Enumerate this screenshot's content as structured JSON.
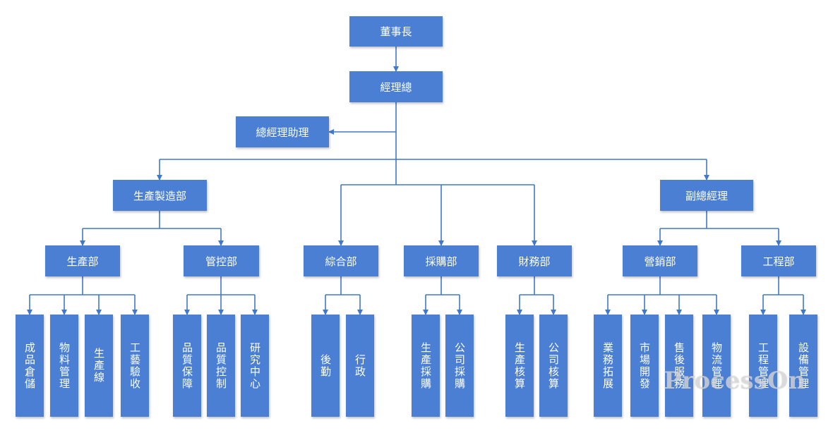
{
  "colors": {
    "box": "#4a7fd4",
    "line": "#3f78cf"
  },
  "nodes": {
    "chairman": "董事長",
    "gm": "經理總",
    "gm_assistant": "總經理助理",
    "manufacturing": "生產製造部",
    "deputy_gm": "副總經理",
    "production": "生產部",
    "control": "管控部",
    "general_affairs": "綜合部",
    "purchasing": "採購部",
    "finance": "財務部",
    "marketing": "營銷部",
    "engineering": "工程部",
    "finished_goods": "成品倉儲",
    "materials": "物料管理",
    "production_line": "生產線",
    "craft_inspection": "工藝驗收",
    "quality_assurance": "品質保障",
    "quality_control": "品質控制",
    "rnd_center": "研究中心",
    "logistics": "後勤",
    "administration": "行政",
    "production_purchasing": "生產採購",
    "company_purchasing": "公司採購",
    "production_accounting": "生產核算",
    "company_accounting": "公司核算",
    "business_expansion": "業務拓展",
    "market_development": "市場開發",
    "after_sales": "售後服務",
    "logistics_mgmt": "物流管理",
    "engineering_mgmt": "工程管理",
    "equipment_mgmt": "設備管理"
  },
  "watermark": "ProcessOn"
}
